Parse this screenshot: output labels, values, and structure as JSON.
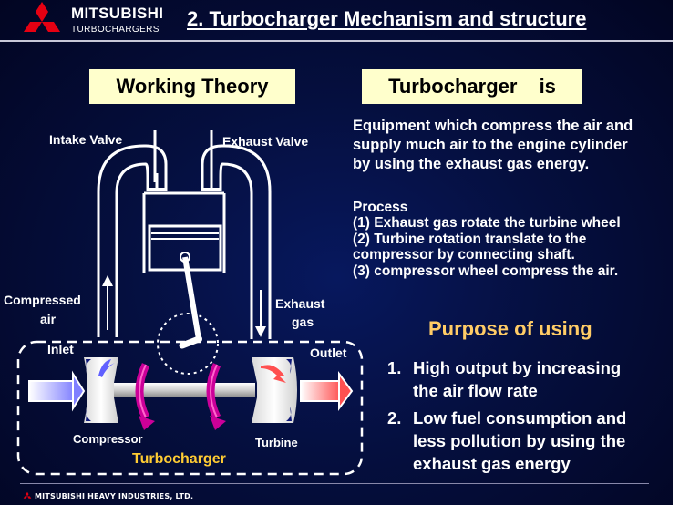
{
  "brand": {
    "name": "MITSUBISHI",
    "sub": "TURBOCHARGERS"
  },
  "title": "2. Turbocharger Mechanism and structure",
  "labels": {
    "working_theory": "Working Theory",
    "turbocharger_is": "Turbocharger is"
  },
  "description": [
    "Equipment which compress the air and",
    "supply much air to the engine cylinder",
    "by using the exhaust gas energy."
  ],
  "process": {
    "heading": "Process",
    "steps": [
      "(1) Exhaust gas rotate the turbine wheel",
      "(2) Turbine rotation translate to the",
      "compressor by connecting shaft.",
      "(3) compressor wheel compress the air."
    ]
  },
  "purpose": {
    "title": "Purpose of using",
    "items": [
      {
        "num": "1.",
        "lines": [
          "High output by increasing",
          "the air flow rate"
        ]
      },
      {
        "num": "2.",
        "lines": [
          "Low fuel consumption and",
          "less pollution by using the",
          "exhaust gas energy"
        ]
      }
    ]
  },
  "diagram": {
    "intake_valve": "Intake Valve",
    "exhaust_valve": "Exhaust Valve",
    "compressed_air_1": "Compressed",
    "compressed_air_2": "air",
    "exhaust_gas_1": "Exhaust",
    "exhaust_gas_2": "gas",
    "inlet": "Inlet",
    "outlet": "Outlet",
    "compressor": "Compressor",
    "turbine": "Turbine",
    "turbocharger": "Turbocharger"
  },
  "colors": {
    "background": "#050f3f",
    "label_box": "#ffffcc",
    "accent_yellow": "#ffcc66",
    "turbo_label": "#ffcc33",
    "inlet_arrow": "#8888ff",
    "outlet_arrow": "#ff6666",
    "impeller": "#cc0099"
  },
  "footer": "MITSUBISHI HEAVY INDUSTRIES, LTD."
}
